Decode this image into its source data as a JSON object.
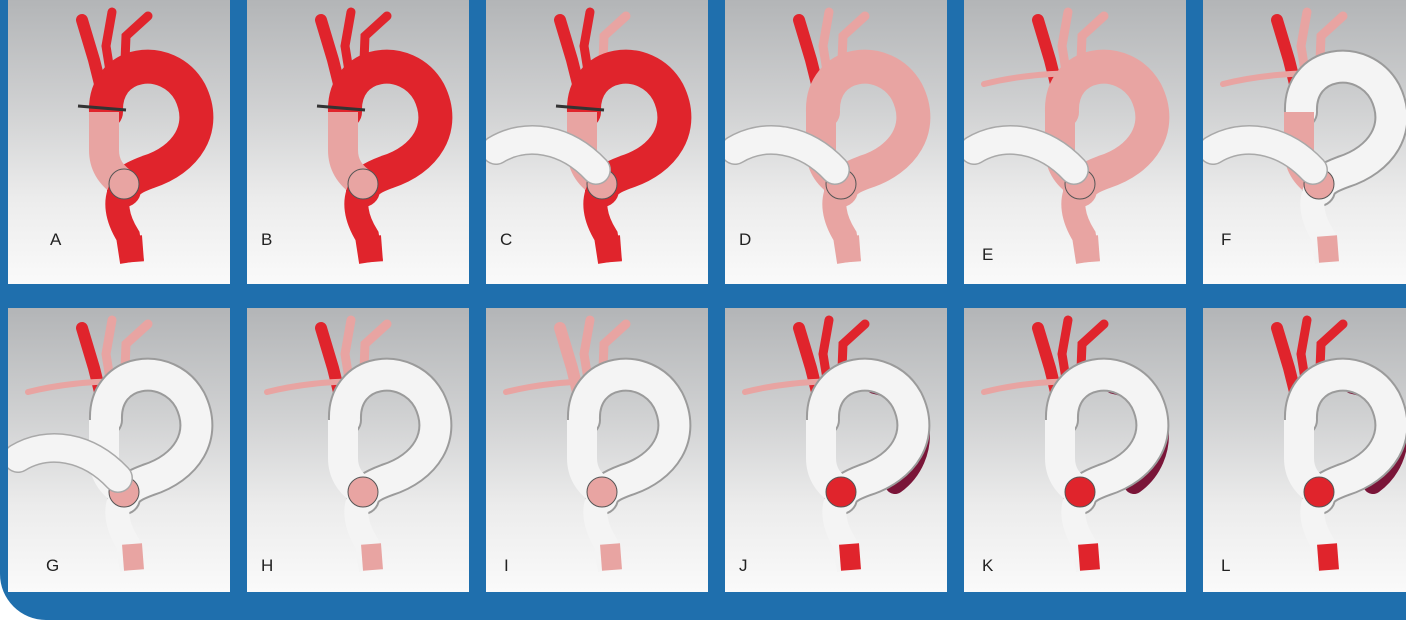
{
  "panels": [
    {
      "label": "A"
    },
    {
      "label": "B"
    },
    {
      "label": "C"
    },
    {
      "label": "D"
    },
    {
      "label": "E"
    },
    {
      "label": "F"
    },
    {
      "label": "G"
    },
    {
      "label": "H"
    },
    {
      "label": "I"
    },
    {
      "label": "J"
    },
    {
      "label": "K"
    },
    {
      "label": "L"
    }
  ],
  "colors": {
    "frame": "#1f6fad",
    "native_aorta": "#e0242c",
    "replaced_segment": "#e8a4a2",
    "graft": "#f4f4f4",
    "false_lumen": "#7a1538",
    "suture": "#333333"
  }
}
